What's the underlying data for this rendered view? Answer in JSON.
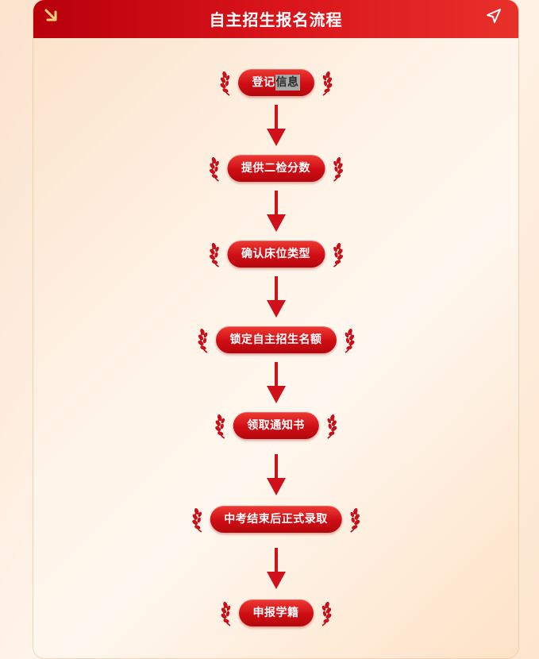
{
  "header": {
    "title": "自主招生报名流程",
    "left_icon": "arrow-down-right-icon",
    "right_icon": "send-icon"
  },
  "steps": [
    {
      "label_a": "登记",
      "label_b": "信息"
    },
    {
      "label": "提供二检分数"
    },
    {
      "label": "确认床位类型"
    },
    {
      "label": "锁定自主招生名额"
    },
    {
      "label": "领取通知书"
    },
    {
      "label": "中考结束后正式录取"
    },
    {
      "label": "申报学籍"
    }
  ],
  "colors": {
    "brand_red": "#d0101a",
    "header_dark": "#b8000b",
    "laurel": "#c8101a",
    "background": "#fff3e7"
  }
}
